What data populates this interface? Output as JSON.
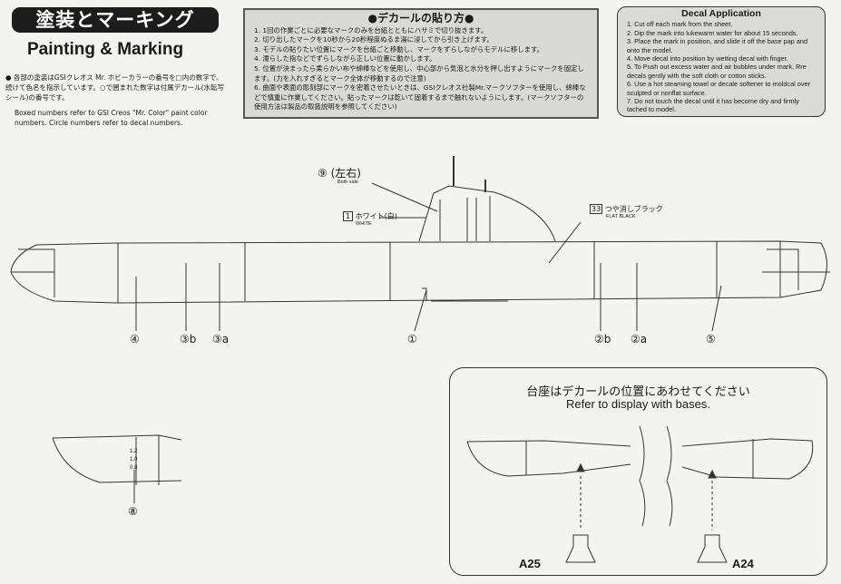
{
  "header": {
    "title_jp": "塗装とマーキング",
    "title_en": "Painting & Marking"
  },
  "note": {
    "jp": "● 各部の塗装はGSIクレオス Mr. ホビーカラーの番号を□内の数字で、続けて色名を指示しています。○で囲まれた数字は付属デカール(水転写シール)の番号です。",
    "en": "Boxed numbers refer to GSI Creos \"Mr. Color\" paint color numbers. Circle numbers refer to decal numbers."
  },
  "decal_jp": {
    "title": "●デカールの貼り方●",
    "steps": [
      "1. 1回の作業ごとに必要なマークのみを台紙とともにハサミで切り抜きます。",
      "2. 切り出したマークを10秒から20秒程度ぬるま湯に浸してから引き上げます。",
      "3. モデルの貼りたい位置にマークを台紙ごと移動し、マークをずらしながらモデルに移します。",
      "4. 濡らした指などでずらしながら正しい位置に動かします。",
      "5. 位置が決まったら柔らかい布や綿棒などを使用し、中心部から気泡と水分を押し出すようにマークを固定します。(力を入れすぎるとマーク全体が移動するので注意)",
      "6. 曲面や表面の彫刻部にマークを密着させたいときは、GSIクレオス社製Mr.マークソフターを使用し、綿棒などで慎重に作業してください。貼ったマークは乾いて固着するまで触れないようにします。(マークソフターの使用方法は製品の取扱説明を参照してください)"
    ]
  },
  "decal_en": {
    "title": "Decal Application",
    "steps": [
      "1. Cut off each mark from the sheet.",
      "2. Dip the mark into lukewarm water for about 15 seconds.",
      "3. Place the mark in position, and slide it off the base pap and onto the model.",
      "4. Move decal into position by wetting decal with finger.",
      "5. To Push out excess water and air bubbles under mark, Rre decals gently with the soft cloth or cotton sticks.",
      "6. Use a hot steaming towel or decale softener to moldcal over sculpted or nonflat surface.",
      "7. Do not touch the decal until it has become dry and firmly tached to model."
    ]
  },
  "callouts": {
    "c9": "⑨",
    "c9_jp": "(左右)",
    "c9_en": "Both side",
    "p1": "1",
    "p1_jp": "ホワイト(白)",
    "p1_en": "WHITE",
    "p33": "33",
    "p33_jp": "つや消しブラック",
    "p33_en": "FLAT BLACK",
    "bottom": [
      "④",
      "③b",
      "③a",
      "①",
      "②b",
      "②a",
      "⑤"
    ],
    "c8": "⑧",
    "scale": [
      "1.2",
      "1.0",
      "0.8"
    ]
  },
  "bases": {
    "jp": "台座はデカールの位置にあわせてください",
    "en": "Refer to display with bases.",
    "left": "A25",
    "right": "A24"
  }
}
